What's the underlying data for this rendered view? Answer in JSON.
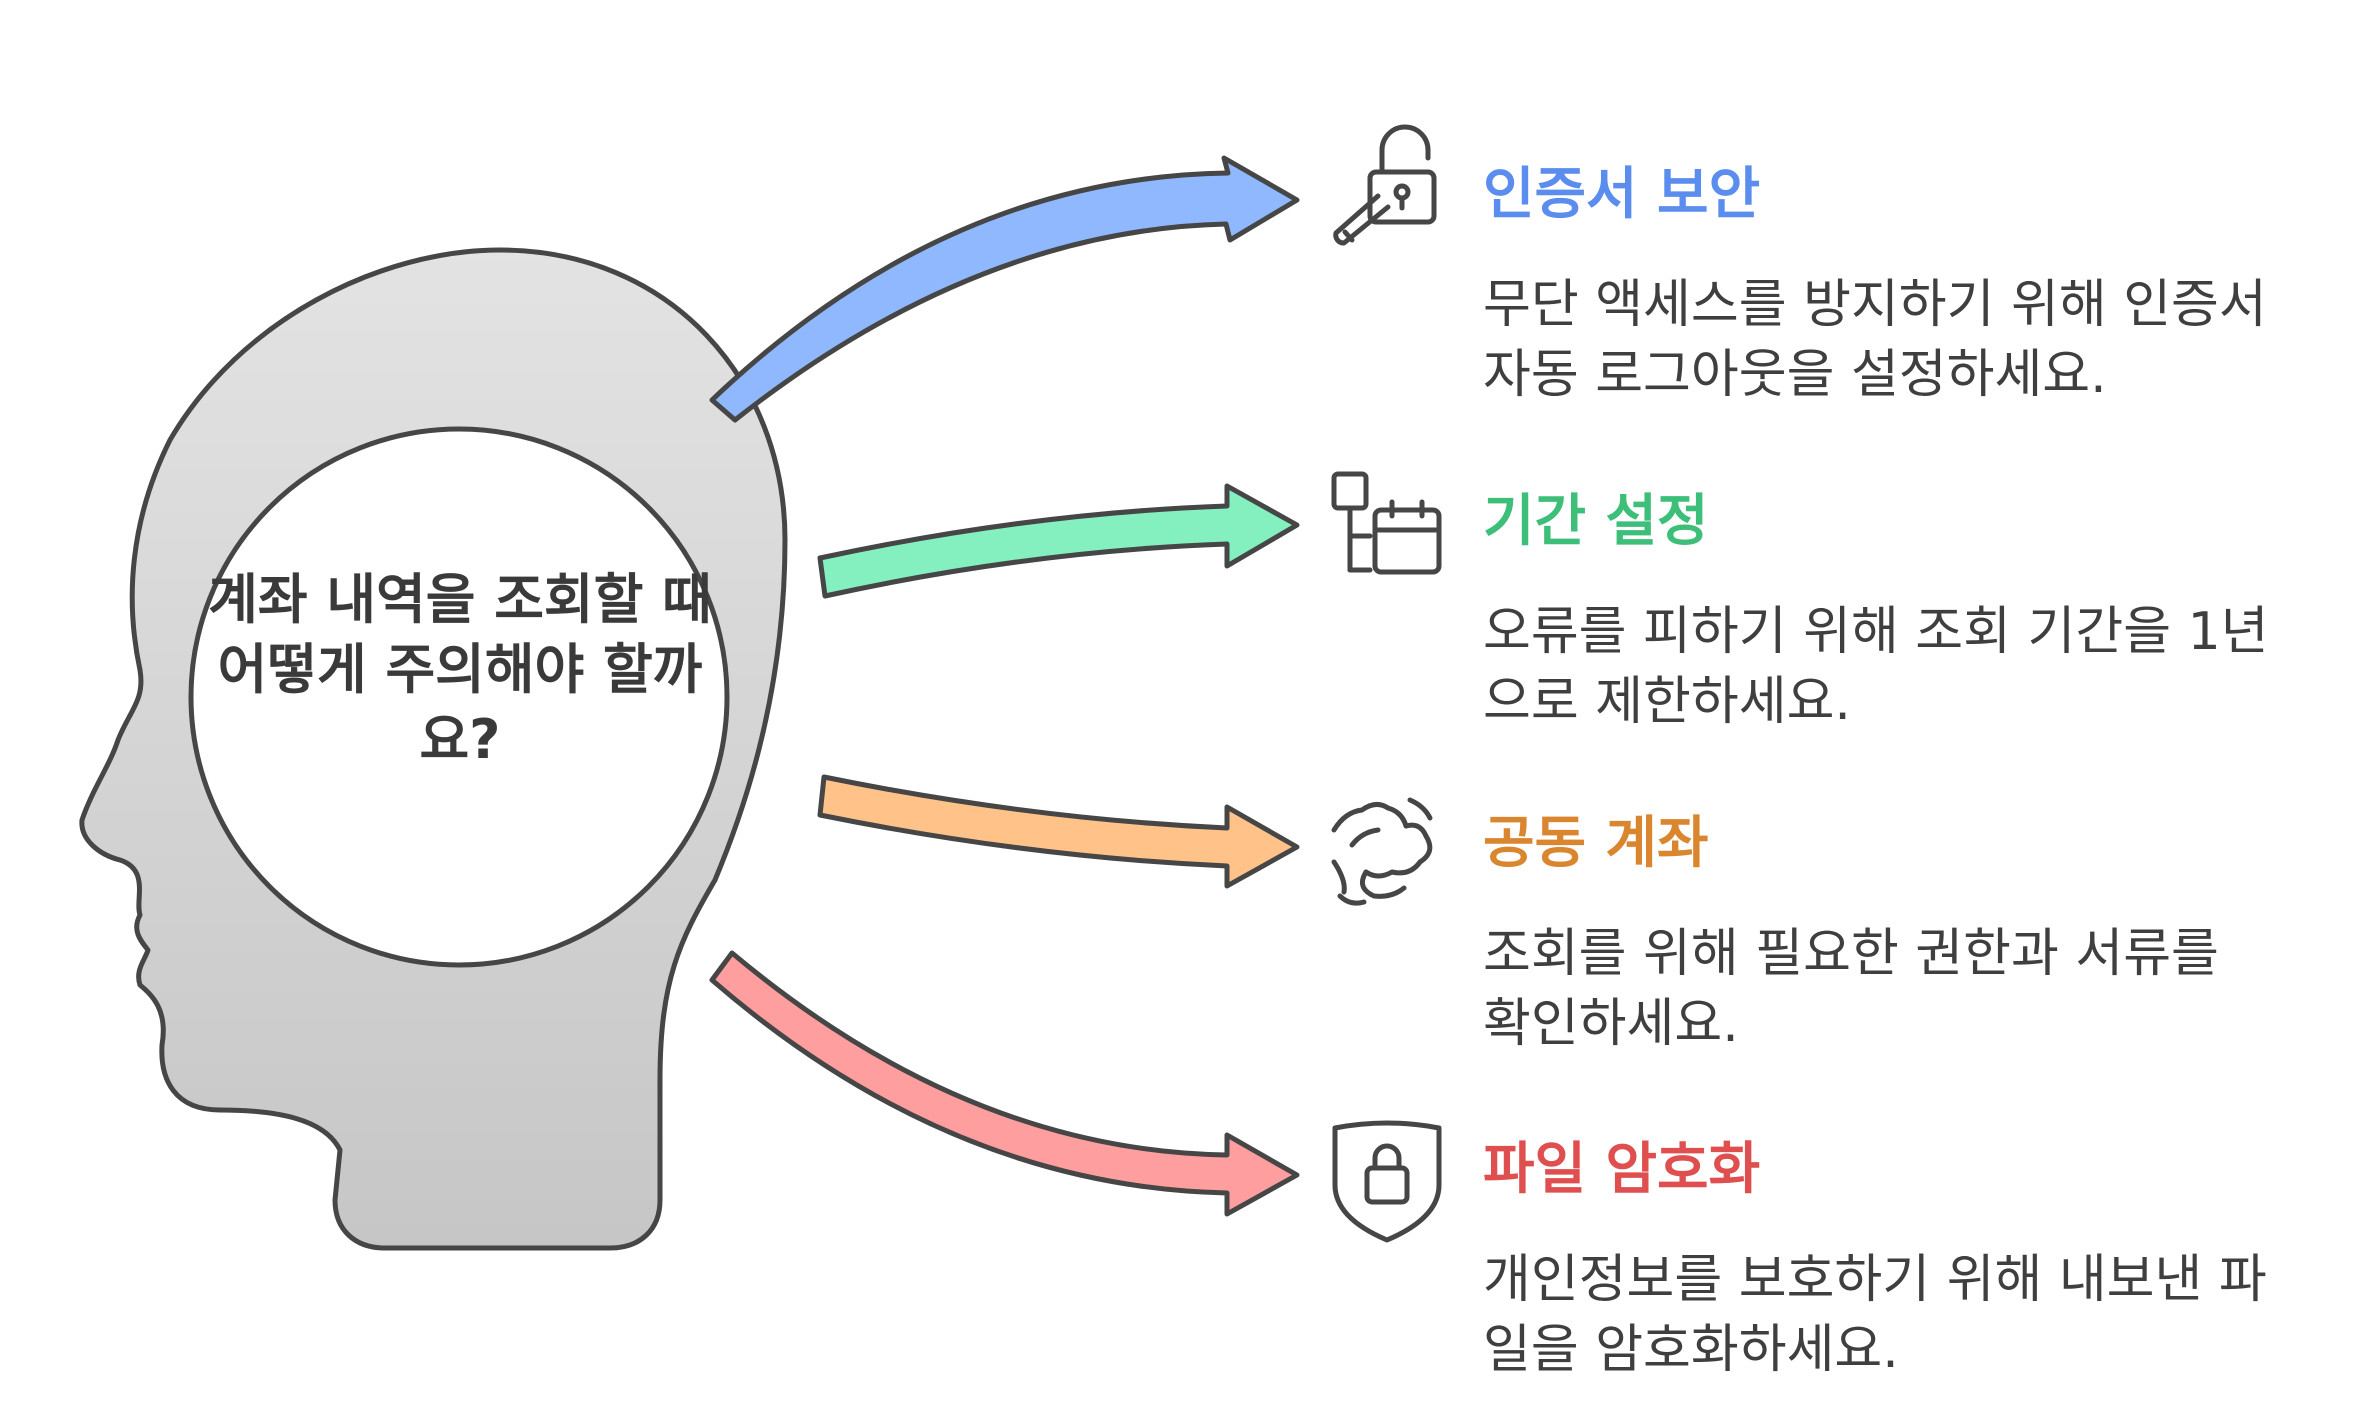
{
  "center": {
    "question": "계좌 내역을 조회할 때 어떻게 주의해야 할까요?"
  },
  "items": [
    {
      "title": "인증서 보안",
      "description": "무단 액세스를 방지하기 위해 인증서 자동 로그아웃을 설정하세요.",
      "icon": "key-unlock-icon",
      "color": "#5b8def",
      "arrow_fill": "#8fb8ff"
    },
    {
      "title": "기간 설정",
      "description": "오류를 피하기 위해 조회 기간을 1년으로 제한하세요.",
      "icon": "calendar-icon",
      "color": "#3dbf7a",
      "arrow_fill": "#84f0c0"
    },
    {
      "title": "공동 계좌",
      "description": "조회를 위해 필요한 권한과 서류를 확인하세요.",
      "icon": "handshake-icon",
      "color": "#d9862f",
      "arrow_fill": "#ffc38a"
    },
    {
      "title": "파일 암호화",
      "description": "개인정보를 보호하기 위해 내보낸 파일을 암호화하세요.",
      "icon": "shield-lock-icon",
      "color": "#e04f4f",
      "arrow_fill": "#ff9e9e"
    }
  ]
}
